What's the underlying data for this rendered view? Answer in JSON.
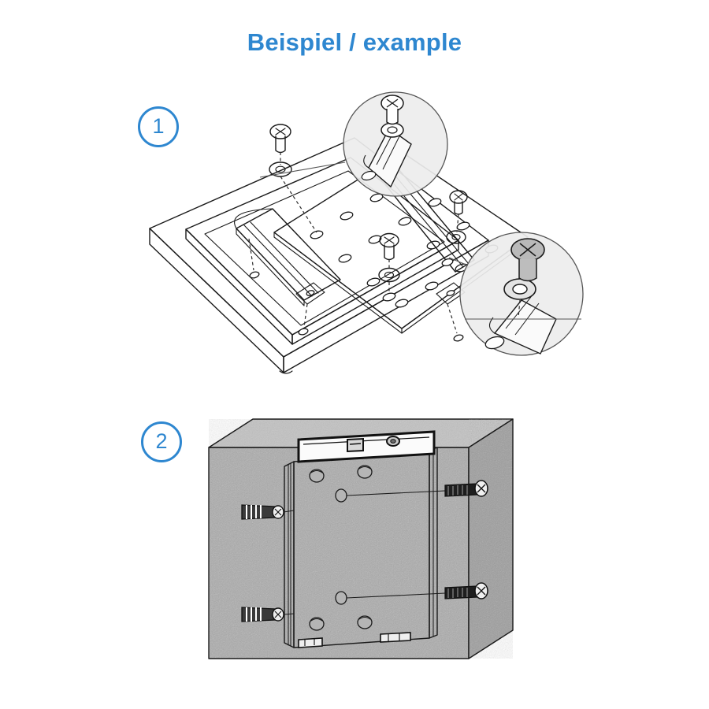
{
  "document": {
    "title": "Beispiel / example",
    "type": "assembly-instruction-diagram",
    "language": "de/en",
    "background_color": "#ffffff",
    "accent_color": "#2e87d0"
  },
  "header": {
    "title": "Beispiel / example"
  },
  "steps": [
    {
      "number": "1",
      "badge_label": "1",
      "name": "attach-vesa-plate-to-monitor",
      "description_visual": "Isometric view of a monitor rear panel lying face down with a VESA adapter plate and two mounting rails being fastened by screws and washers",
      "callouts": [
        {
          "name": "detail-circle-upper",
          "contents": "screw-and-washer-into-rail-hole"
        },
        {
          "name": "detail-circle-lower",
          "contents": "phillips-screw-dropping-through-washer-into-mount-hole"
        }
      ],
      "hardware": [
        {
          "name": "phillips-screw",
          "count": 4
        },
        {
          "name": "flat-washer",
          "count": 4
        }
      ]
    },
    {
      "number": "2",
      "badge_label": "2",
      "name": "mount-bracket-to-wall",
      "description_visual": "Isometric view of a textured concrete wall block with the wall-plate bracket positioned against it, two ribbed wall anchors on the left and two phillips screws on the right aligned with the bracket holes",
      "hardware": [
        {
          "name": "wall-anchor-dowel",
          "count": 2
        },
        {
          "name": "phillips-wall-screw",
          "count": 2
        }
      ]
    }
  ],
  "palette": {
    "accent_blue": "#2e87d0",
    "line_dark": "#1a1a1a",
    "metal_light": "#f2f2f2",
    "metal_mid": "#d2d2d2",
    "metal_shadow": "#9a9a9a",
    "monitor_top": "#c9c9c9",
    "monitor_face": "#d8d8d8",
    "monitor_edge": "#8c8c8c",
    "wall_gray": "#ababab",
    "wall_top": "#c2c2c2",
    "wall_side": "#9d9d9d",
    "callout_fill": "#ededed"
  }
}
